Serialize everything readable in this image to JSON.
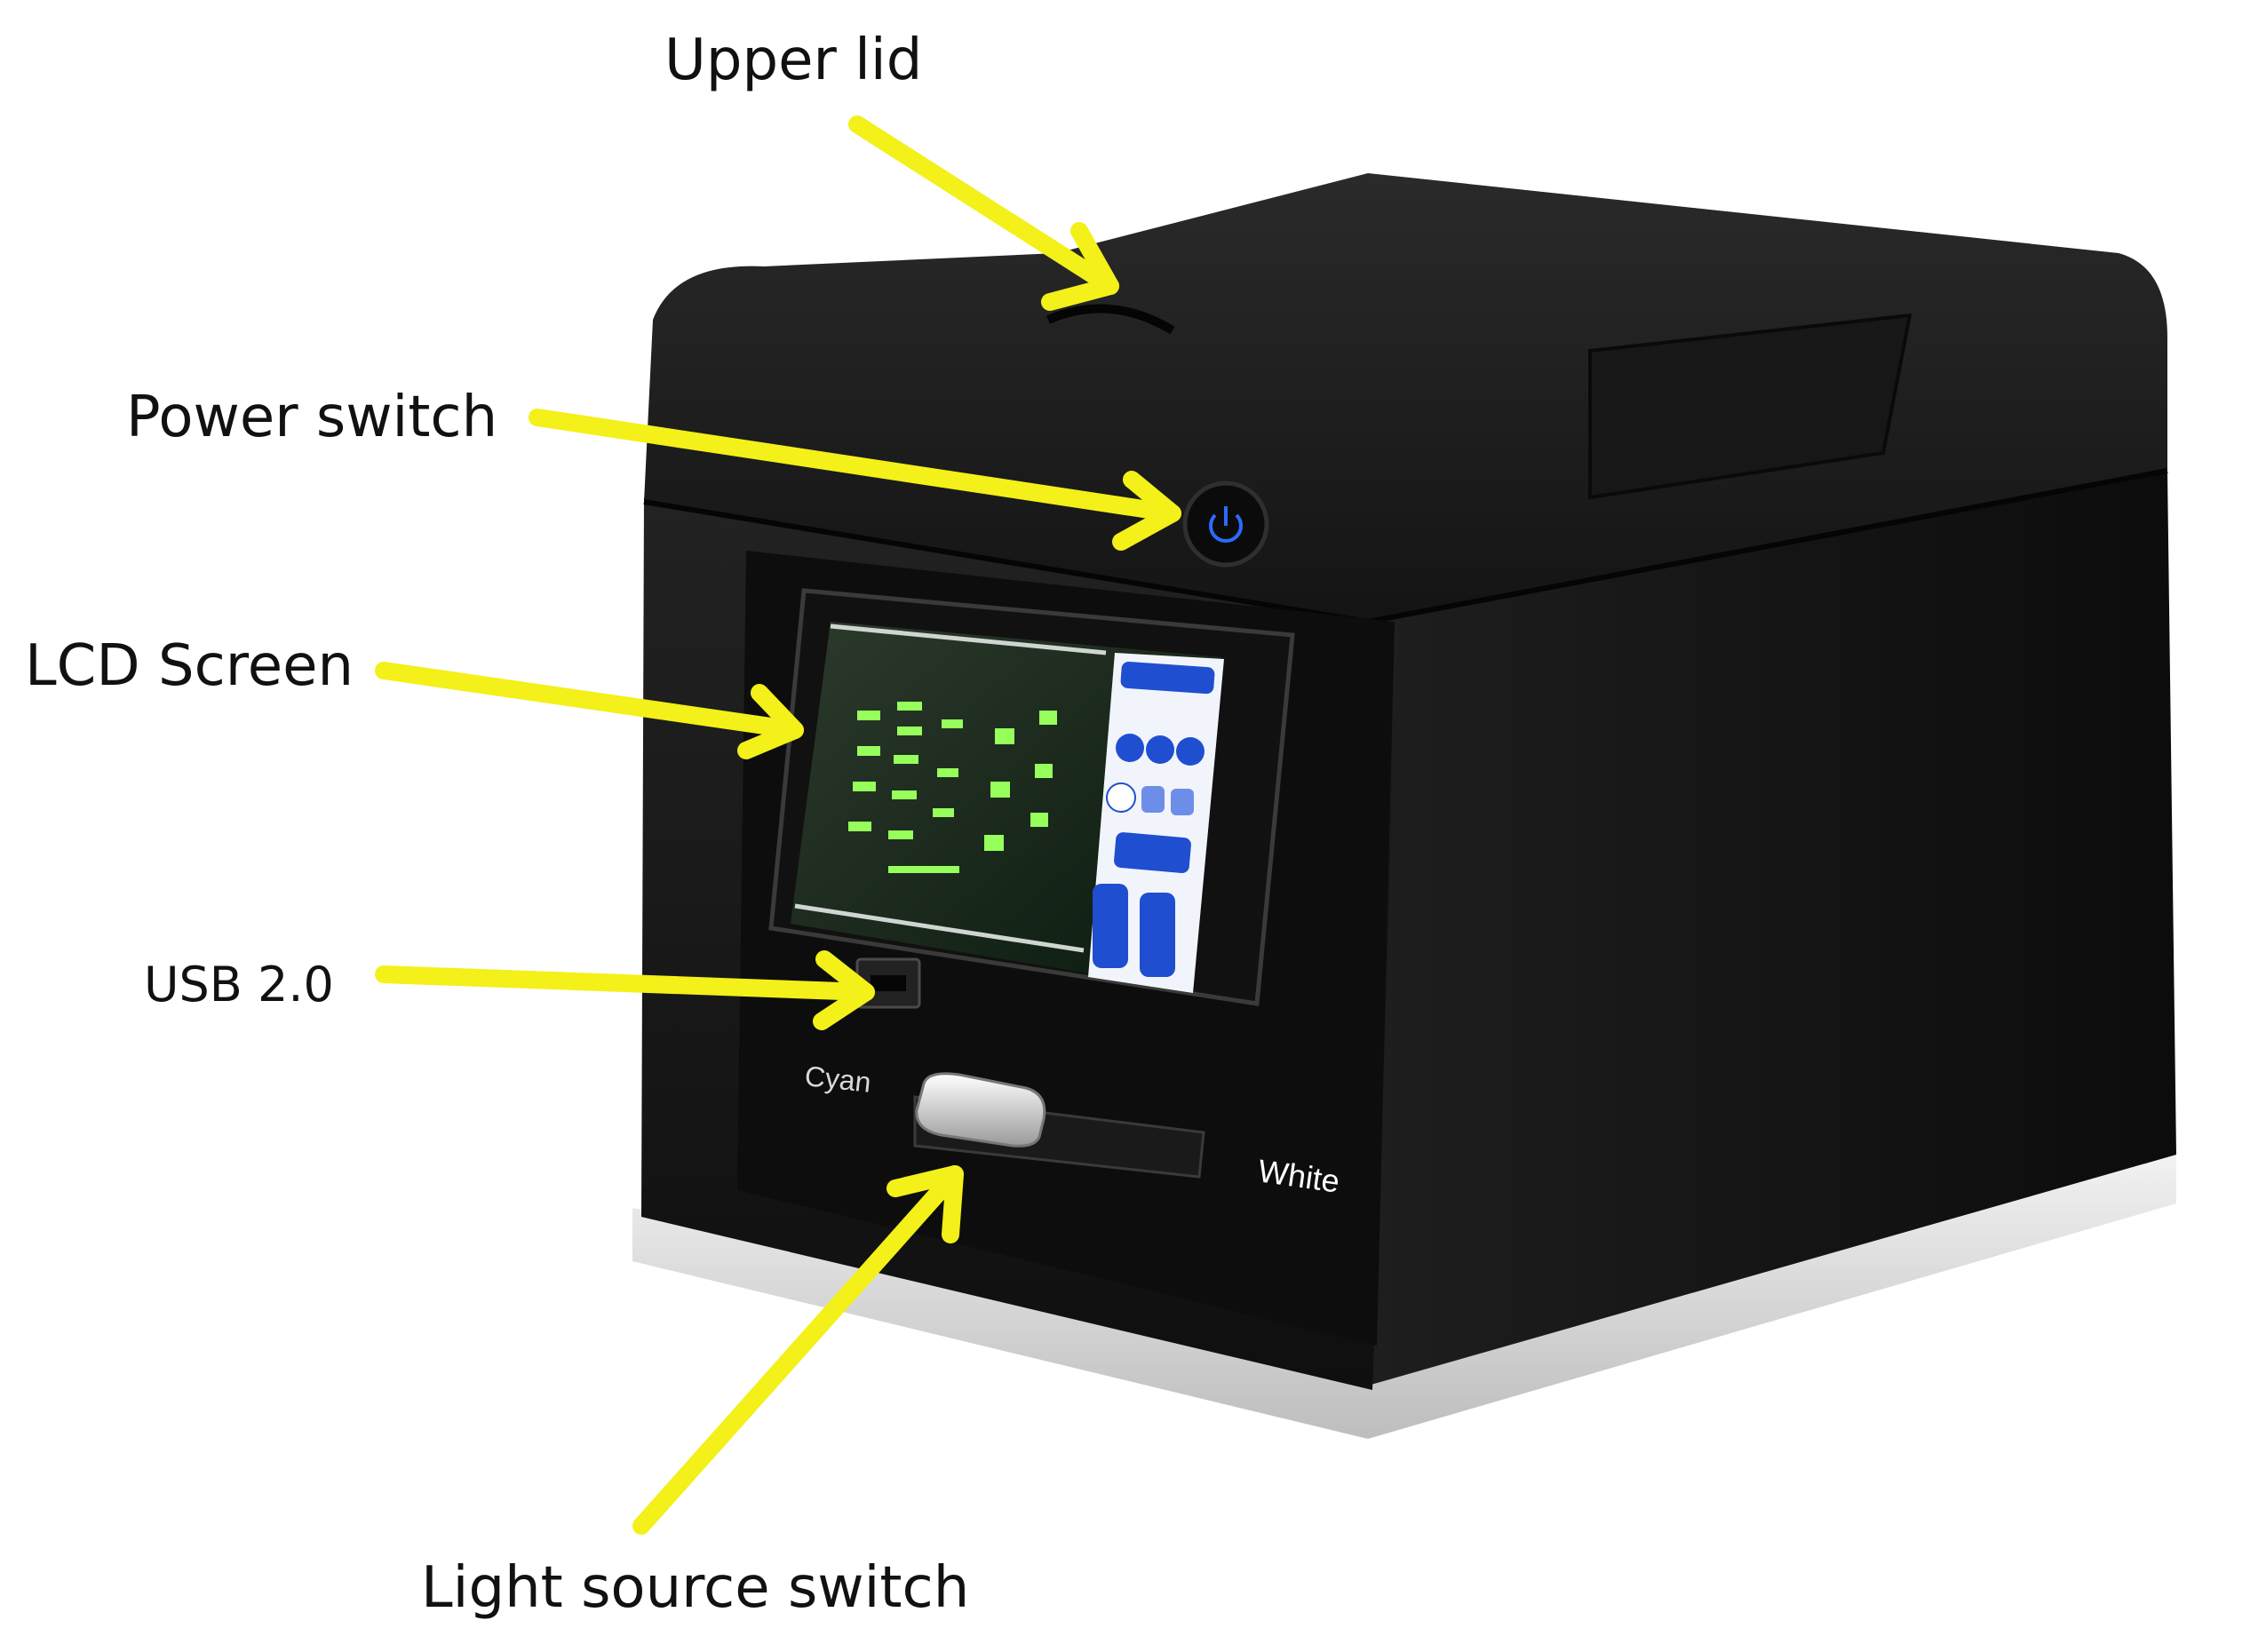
{
  "labels": {
    "upper_lid": "Upper lid",
    "power_switch": "Power switch",
    "lcd_screen": "LCD Screen",
    "usb": "USB 2.0",
    "light_source_switch": "Light source switch"
  },
  "device_labels": {
    "cyan": "Cyan",
    "white": "White"
  },
  "colors": {
    "arrow": "#f3f01a",
    "body": "#1a1a1a",
    "screen_panel": "#1f4fd0",
    "gel": "#97ff5c",
    "base": "#d8d8d8"
  },
  "icons": {
    "power": "power-icon"
  }
}
